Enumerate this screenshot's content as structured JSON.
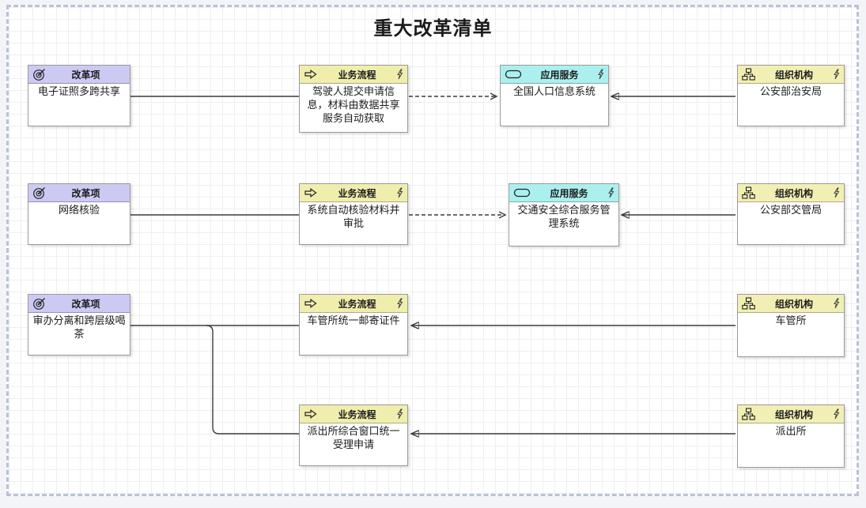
{
  "title": "重大改革清单",
  "colors": {
    "reform_header": "#ccc9f3",
    "process_header": "#f0eead",
    "service_header": "#abf0ee",
    "org_header": "#f2efb4",
    "page_border_dash": "#b9c2d8",
    "connector": "#3c3c3c"
  },
  "nodes": [
    {
      "kind": "reform",
      "type_label": "改革项",
      "name": "电子证照多跨共享"
    },
    {
      "kind": "process",
      "type_label": "业务流程",
      "name": "驾驶人提交申请信息，材料由数据共享服务自动获取"
    },
    {
      "kind": "service",
      "type_label": "应用服务",
      "name": "全国人口信息系统"
    },
    {
      "kind": "org",
      "type_label": "组织机构",
      "name": "公安部治安局"
    },
    {
      "kind": "reform",
      "type_label": "改革项",
      "name": "网络核验"
    },
    {
      "kind": "process",
      "type_label": "业务流程",
      "name": "系统自动核验材料并审批"
    },
    {
      "kind": "service",
      "type_label": "应用服务",
      "name": "交通安全综合服务管理系统"
    },
    {
      "kind": "org",
      "type_label": "组织机构",
      "name": "公安部交管局"
    },
    {
      "kind": "reform",
      "type_label": "改革项",
      "name": "审办分离和跨层级喝茶"
    },
    {
      "kind": "process",
      "type_label": "业务流程",
      "name": "车管所统一邮寄证件"
    },
    {
      "kind": "org",
      "type_label": "组织机构",
      "name": "车管所"
    },
    {
      "kind": "process",
      "type_label": "业务流程",
      "name": "派出所综合窗口统一受理申请"
    },
    {
      "kind": "org",
      "type_label": "组织机构",
      "name": "派出所"
    }
  ],
  "connections": [
    {
      "from": "电子证照多跨共享",
      "to": "驾驶人提交申请信息，材料由数据共享服务自动获取",
      "style": "plain-line"
    },
    {
      "from": "驾驶人提交申请信息，材料由数据共享服务自动获取",
      "to": "全国人口信息系统",
      "style": "dashed-open-arrow"
    },
    {
      "from": "公安部治安局",
      "to": "全国人口信息系统",
      "style": "solid-filled-arrow"
    },
    {
      "from": "网络核验",
      "to": "系统自动核验材料并审批",
      "style": "plain-line"
    },
    {
      "from": "系统自动核验材料并审批",
      "to": "交通安全综合服务管理系统",
      "style": "dashed-open-arrow"
    },
    {
      "from": "公安部交管局",
      "to": "交通安全综合服务管理系统",
      "style": "solid-filled-arrow"
    },
    {
      "from": "审办分离和跨层级喝茶",
      "to": "车管所统一邮寄证件",
      "style": "plain-line"
    },
    {
      "from": "审办分离和跨层级喝茶",
      "to": "派出所综合窗口统一受理申请",
      "style": "plain-line-branch"
    },
    {
      "from": "车管所",
      "to": "车管所统一邮寄证件",
      "style": "solid-filled-arrow"
    },
    {
      "from": "派出所",
      "to": "派出所综合窗口统一受理申请",
      "style": "solid-filled-arrow"
    }
  ]
}
